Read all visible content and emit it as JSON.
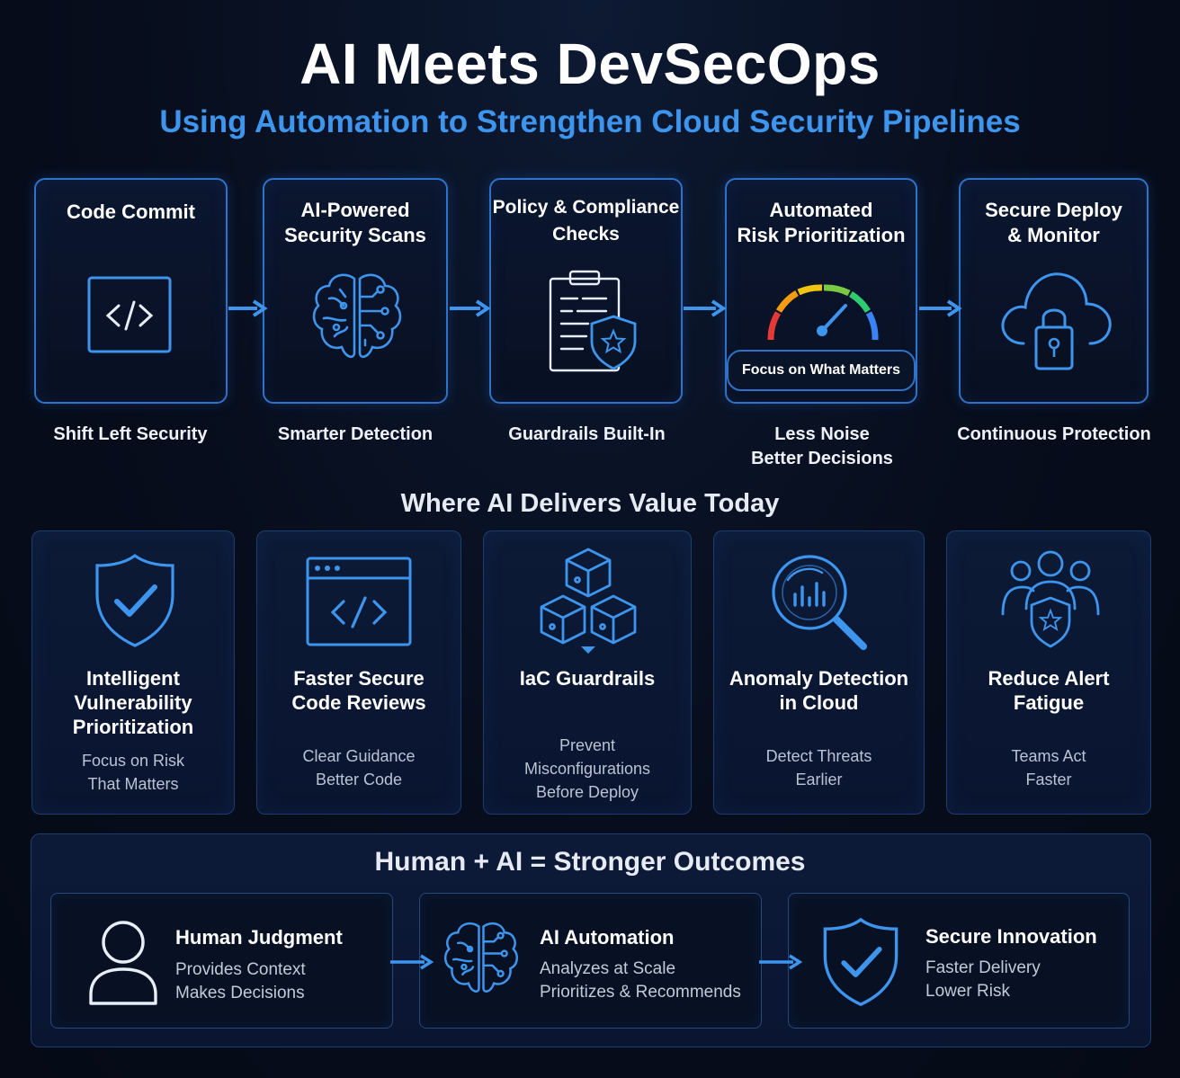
{
  "title": "AI Meets DevSecOps",
  "subtitle": "Using Automation to Strengthen Cloud Security Pipelines",
  "pipeline": [
    {
      "title_lines": [
        "Code Commit"
      ],
      "icon": "code-icon",
      "caption_lines": [
        "Shift Left Security"
      ]
    },
    {
      "title_lines": [
        "AI-Powered",
        "Security Scans"
      ],
      "icon": "brain-circuit-icon",
      "caption_lines": [
        "Smarter Detection"
      ]
    },
    {
      "title_lines": [
        "Policy & Compliance",
        "Checks"
      ],
      "icon": "clipboard-shield-icon",
      "caption_lines": [
        "Guardrails Built-In"
      ]
    },
    {
      "title_lines": [
        "Automated",
        "Risk Prioritization"
      ],
      "icon": "gauge-icon",
      "badge": "Focus on What Matters",
      "caption_lines": [
        "Less Noise",
        "Better Decisions"
      ]
    },
    {
      "title_lines": [
        "Secure Deploy",
        "& Monitor"
      ],
      "icon": "cloud-lock-icon",
      "caption_lines": [
        "Continuous Protection"
      ]
    }
  ],
  "value_section": {
    "heading": "Where AI Delivers Value Today",
    "cards": [
      {
        "title_lines": [
          "Intelligent",
          "Vulnerability",
          "Prioritization"
        ],
        "desc_lines": [
          "Focus on Risk",
          "That Matters"
        ],
        "icon": "shield-check-icon"
      },
      {
        "title_lines": [
          "Faster Secure",
          "Code Reviews"
        ],
        "desc_lines": [
          "Clear Guidance",
          "Better Code"
        ],
        "icon": "code-window-icon"
      },
      {
        "title_lines": [
          "IaC Guardrails"
        ],
        "desc_lines": [
          "Prevent",
          "Misconfigurations",
          "Before Deploy"
        ],
        "icon": "cubes-icon"
      },
      {
        "title_lines": [
          "Anomaly Detection",
          "in Cloud"
        ],
        "desc_lines": [
          "Detect Threats",
          "Earlier"
        ],
        "icon": "magnifier-chart-icon"
      },
      {
        "title_lines": [
          "Reduce Alert",
          "Fatigue"
        ],
        "desc_lines": [
          "Teams Act",
          "Faster"
        ],
        "icon": "team-shield-icon"
      }
    ]
  },
  "outcomes": {
    "heading": "Human + AI = Stronger Outcomes",
    "boxes": [
      {
        "title": "Human Judgment",
        "lines": [
          "Provides Context",
          "Makes Decisions"
        ],
        "icon": "person-icon"
      },
      {
        "title": "AI Automation",
        "lines": [
          "Analyzes at Scale",
          "Prioritizes & Recommends"
        ],
        "icon": "brain-circuit-icon"
      },
      {
        "title": "Secure Innovation",
        "lines": [
          "Faster Delivery",
          "Lower Risk"
        ],
        "icon": "shield-check-icon"
      }
    ]
  },
  "colors": {
    "accent": "#3d95ee",
    "border": "#2f72c9",
    "gauge": [
      "#e53935",
      "#f39c12",
      "#f1c40f",
      "#7ac943",
      "#2ecc71",
      "#3b82f6"
    ]
  }
}
